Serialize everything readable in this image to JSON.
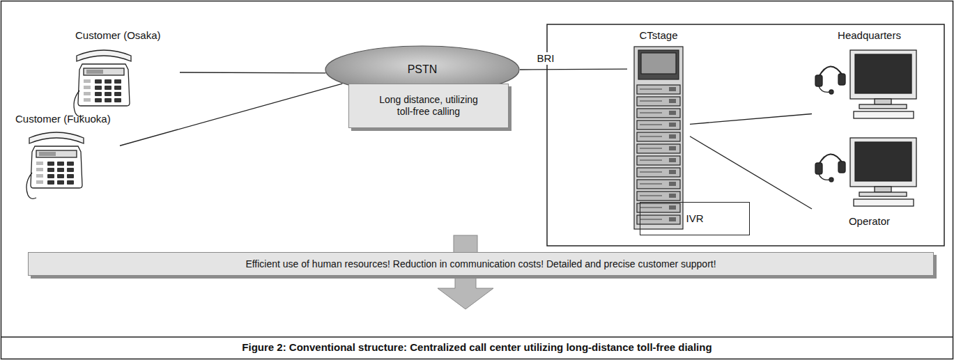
{
  "diagram": {
    "caption": "Figure 2: Conventional structure: Centralized call center utilizing long-distance toll-free dialing",
    "nodes": [
      {
        "text": [
          "Customer (Osaka)"
        ]
      },
      {
        "text": [
          "Customer (Fukuoka)"
        ]
      },
      {
        "text": [
          "PSTN"
        ]
      },
      {
        "text": [
          "Long distance, utilizing toll-free calling"
        ]
      },
      {
        "text": [
          "CTstage"
        ]
      },
      {
        "text": [
          "Headquarters"
        ]
      },
      {
        "text": [
          "IVR"
        ]
      },
      {
        "text": [
          "Operator"
        ]
      },
      {
        "text": [
          "Efficient use of human resources!  Reduction in communication costs!  Detailed and precise customer support!"
        ]
      }
    ],
    "edges": [
      {
        "from": 0,
        "to": 2,
        "arrow": "none"
      },
      {
        "from": 1,
        "to": 2,
        "arrow": "none"
      },
      {
        "from": 2,
        "to": 4,
        "label": "BRI",
        "arrow": "none"
      },
      {
        "from": 4,
        "to": 5,
        "arrow": "none"
      },
      {
        "from": 4,
        "to": 7,
        "arrow": "none"
      }
    ]
  }
}
